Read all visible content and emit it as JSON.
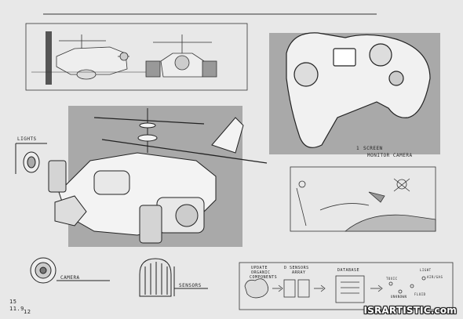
{
  "labels": {
    "lights": "LIGHTS",
    "camera": "CAMERA",
    "sensors": "SENSORS",
    "screen_number": "1",
    "screen": "SCREEN",
    "monitor_camera": "MONITOR CAMERA",
    "date_day": "15",
    "date_month": "11.9",
    "date_year": "12",
    "updates": "UPDATE",
    "organic": "ORGANIC",
    "components": "COMPONENTS",
    "sensors_array_top": "D SENSORS",
    "sensors_array_bottom": "ARRAY",
    "database": "DATABASE",
    "toxic": "TOXIC",
    "air": "AIR/GAS",
    "unknown": "UNKNOWN",
    "fluid": "FLUID",
    "light": "LIGHT"
  },
  "watermark": "ISRARTISTIC.com",
  "colors": {
    "paper": "#e8e8e8",
    "panel_gray": "#a9a9a9",
    "ink": "#222222"
  }
}
